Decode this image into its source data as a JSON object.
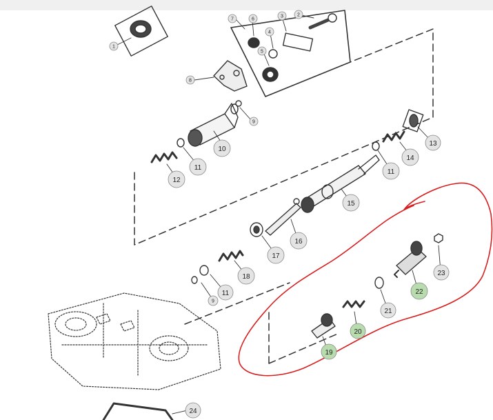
{
  "diagram": {
    "callouts": [
      {
        "id": "c1",
        "label": "1",
        "highlight": false
      },
      {
        "id": "c2",
        "label": "2",
        "highlight": false
      },
      {
        "id": "c3",
        "label": "3",
        "highlight": false
      },
      {
        "id": "c4",
        "label": "4",
        "highlight": false
      },
      {
        "id": "c5",
        "label": "5",
        "highlight": false
      },
      {
        "id": "c6",
        "label": "6",
        "highlight": false
      },
      {
        "id": "c7",
        "label": "7",
        "highlight": false
      },
      {
        "id": "c8",
        "label": "8",
        "highlight": false
      },
      {
        "id": "c9a",
        "label": "9",
        "highlight": false
      },
      {
        "id": "c10",
        "label": "10",
        "highlight": false
      },
      {
        "id": "c11a",
        "label": "11",
        "highlight": false
      },
      {
        "id": "c11b",
        "label": "11",
        "highlight": false
      },
      {
        "id": "c12",
        "label": "12",
        "highlight": false
      },
      {
        "id": "c13",
        "label": "13",
        "highlight": false
      },
      {
        "id": "c14",
        "label": "14",
        "highlight": false
      },
      {
        "id": "c15",
        "label": "15",
        "highlight": false
      },
      {
        "id": "c16",
        "label": "16",
        "highlight": false
      },
      {
        "id": "c17",
        "label": "17",
        "highlight": false
      },
      {
        "id": "c18",
        "label": "18",
        "highlight": false
      },
      {
        "id": "c9b",
        "label": "9",
        "highlight": false
      },
      {
        "id": "c11c",
        "label": "11",
        "highlight": false
      },
      {
        "id": "c19",
        "label": "19",
        "highlight": true
      },
      {
        "id": "c20",
        "label": "20",
        "highlight": true
      },
      {
        "id": "c21",
        "label": "21",
        "highlight": false
      },
      {
        "id": "c22",
        "label": "22",
        "highlight": true
      },
      {
        "id": "c23",
        "label": "23",
        "highlight": false
      },
      {
        "id": "c24",
        "label": "24",
        "highlight": false
      }
    ]
  },
  "colors": {
    "callout_fill": "#e4e4e4",
    "callout_highlight_fill": "#b9dcae",
    "markup_red": "#d81e1e",
    "line_art": "#333333"
  }
}
